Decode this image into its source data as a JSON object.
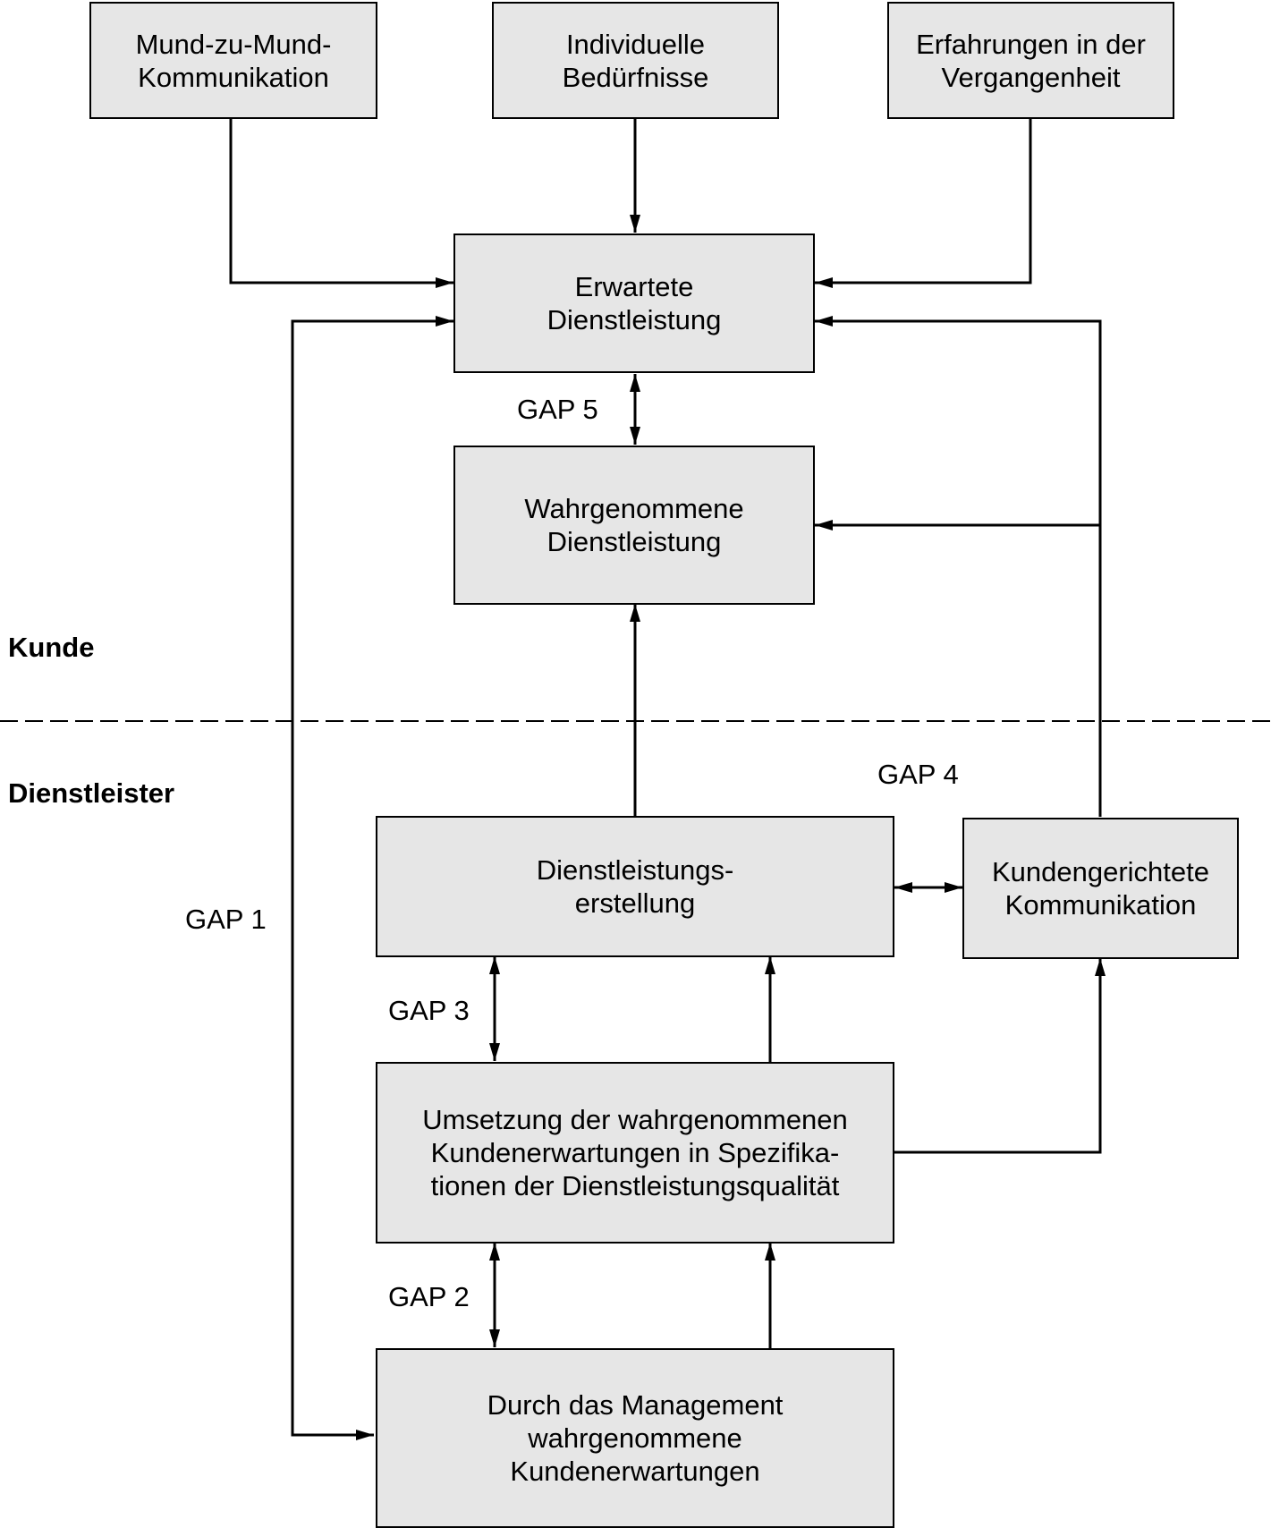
{
  "boxes": {
    "word_of_mouth": "Mund-zu-Mund-\nKommunikation",
    "personal_needs": "Individuelle\nBedürfnisse",
    "past_experience": "Erfahrungen in der\nVergangenheit",
    "expected_service": "Erwartete\nDienstleistung",
    "perceived_service": "Wahrgenommene\nDienstleistung",
    "service_delivery": "Dienstleistungs-\nerstellung",
    "external_communication": "Kundengerichtete\nKommunikation",
    "specifications": "Umsetzung der wahrgenommenen\nKundenerwartungen in Spezifika-\ntionen der Dienstleistungsqualität",
    "management_perceptions": "Durch das Management\nwahrgenommene\nKundenerwartungen"
  },
  "gaps": {
    "gap1": "GAP 1",
    "gap2": "GAP 2",
    "gap3": "GAP 3",
    "gap4": "GAP 4",
    "gap5": "GAP 5"
  },
  "zones": {
    "customer": "Kunde",
    "provider": "Dienstleister"
  }
}
